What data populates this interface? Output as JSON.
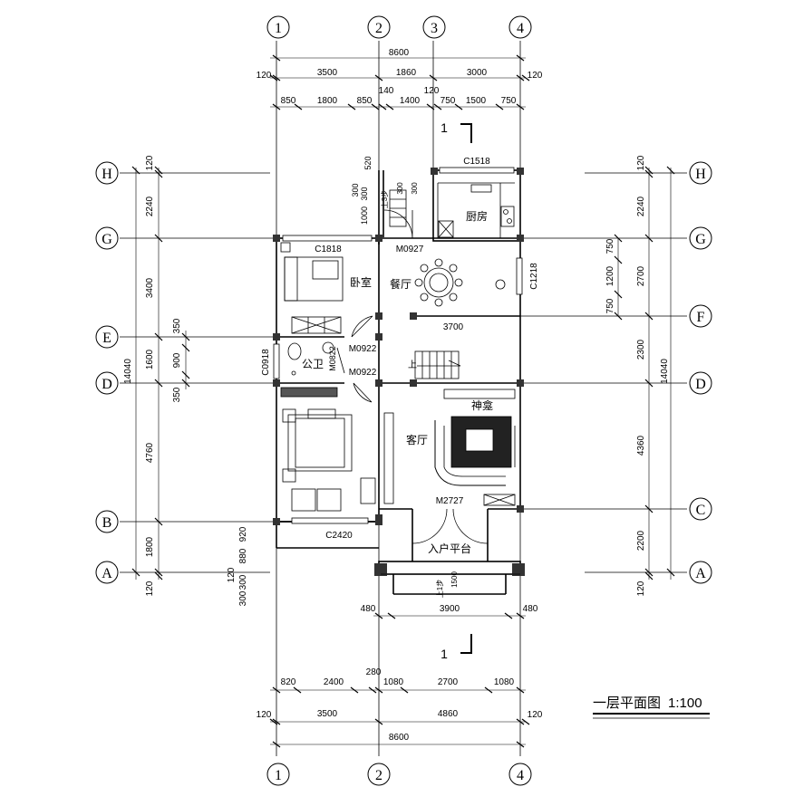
{
  "axes": {
    "vertical": [
      "1",
      "2",
      "3",
      "4"
    ],
    "horizontal": [
      "H",
      "G",
      "F",
      "E",
      "D",
      "C",
      "B",
      "A"
    ]
  },
  "dimensions": {
    "top_total": "8600",
    "top_row1": [
      "120",
      "3500",
      "1860",
      "3000",
      "120"
    ],
    "top_row2": [
      "850",
      "1800",
      "850",
      "140",
      "1400",
      "120",
      "750",
      "1500",
      "750"
    ],
    "bottom_row1": [
      "820",
      "2400",
      "280",
      "1080",
      "2700",
      "1080"
    ],
    "bottom_row2": [
      "120",
      "3500",
      "4860",
      "120"
    ],
    "bottom_total": "8600",
    "platform_row": [
      "480",
      "3900",
      "480"
    ],
    "left_outer": [
      "120",
      "2240",
      "3400",
      "1600",
      "4760",
      "1800",
      "120"
    ],
    "left_total": "14040",
    "left_inner": [
      "350",
      "900",
      "350"
    ],
    "left_small": [
      "920",
      "880",
      "120",
      "300",
      "300"
    ],
    "right_outer": [
      "120",
      "2240",
      "2700",
      "2300",
      "4360",
      "2200",
      "120"
    ],
    "right_total": "14040",
    "right_inner": [
      "750",
      "1200",
      "750"
    ],
    "stair_marks": [
      "520",
      "300",
      "300",
      "1000"
    ],
    "stair_marks2": [
      "300",
      "300"
    ],
    "dining_width": "3700",
    "entry_step": "1500"
  },
  "rooms": {
    "bedroom_small": "卧室",
    "dining": "餐厅",
    "kitchen": "厨房",
    "bathroom": "公卫",
    "living": "客厅",
    "shrine": "神龛",
    "entry_platform": "入户平台"
  },
  "labels": {
    "window_c1518": "C1518",
    "window_c1818": "C1818",
    "window_c1218": "C1218",
    "window_c0918": "C0918",
    "window_c2420": "C2420",
    "door_m0927": "M0927",
    "door_m0922a": "M0922",
    "door_m0922b": "M0922",
    "door_m0822": "M0822",
    "door_m2727": "M2727",
    "up_mark": "上",
    "up_three": "上3步",
    "up_one": "上1步",
    "section_mark_top": "1",
    "section_mark_bottom": "1"
  },
  "title": {
    "text": "一层平面图",
    "scale": "1:100"
  }
}
